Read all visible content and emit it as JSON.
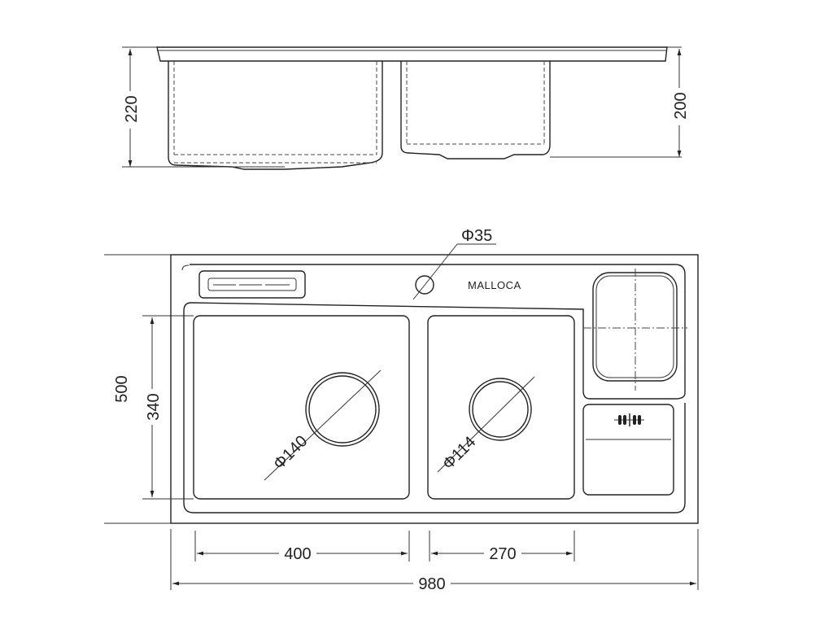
{
  "side_view": {
    "left_depth": "220",
    "right_depth": "200"
  },
  "plan_view": {
    "tap_hole": "Φ35",
    "brand": "MALLOCA",
    "overall_depth": "500",
    "bowl_depth": "340",
    "left_drain": "Φ140",
    "right_drain": "Φ114",
    "left_bowl_width": "400",
    "right_bowl_width": "270",
    "overall_width": "980"
  }
}
